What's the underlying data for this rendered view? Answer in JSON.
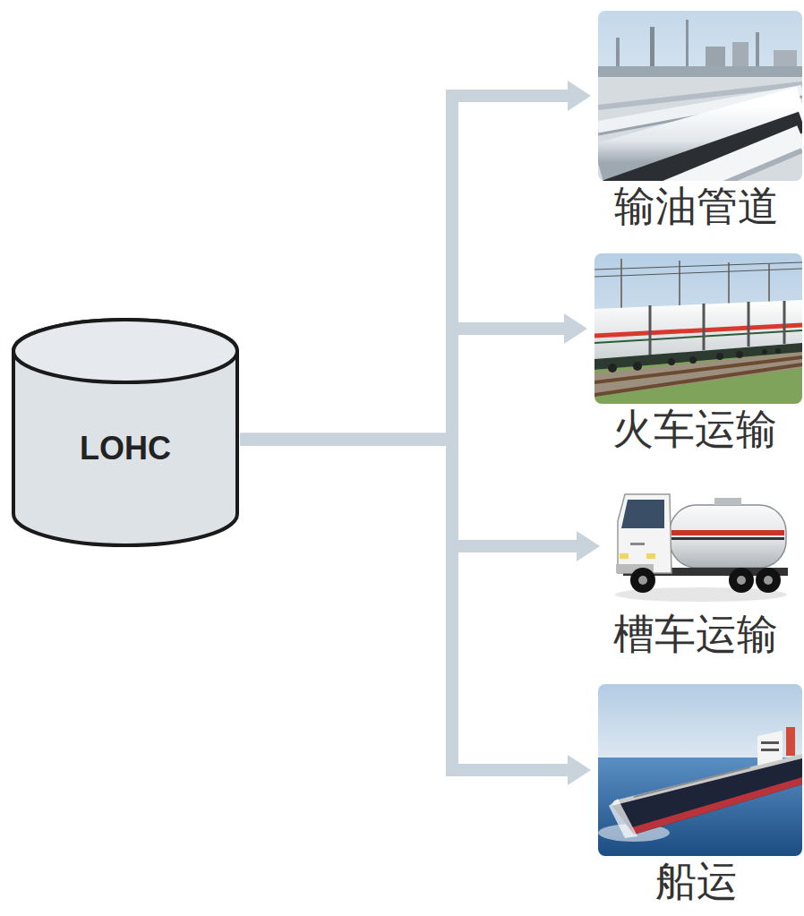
{
  "diagram": {
    "nodes": [
      {
        "text": [
          "LOHC"
        ]
      },
      {
        "text": [
          "输油管道"
        ]
      },
      {
        "text": [
          "火车运输"
        ]
      },
      {
        "text": [
          "槽车运输"
        ]
      },
      {
        "text": [
          "船运"
        ]
      }
    ],
    "edges": [
      {
        "from": 0,
        "to": 1,
        "arrow": "to"
      },
      {
        "from": 0,
        "to": 2,
        "arrow": "to"
      },
      {
        "from": 0,
        "to": 3,
        "arrow": "to"
      },
      {
        "from": 0,
        "to": 4,
        "arrow": "to"
      }
    ]
  }
}
